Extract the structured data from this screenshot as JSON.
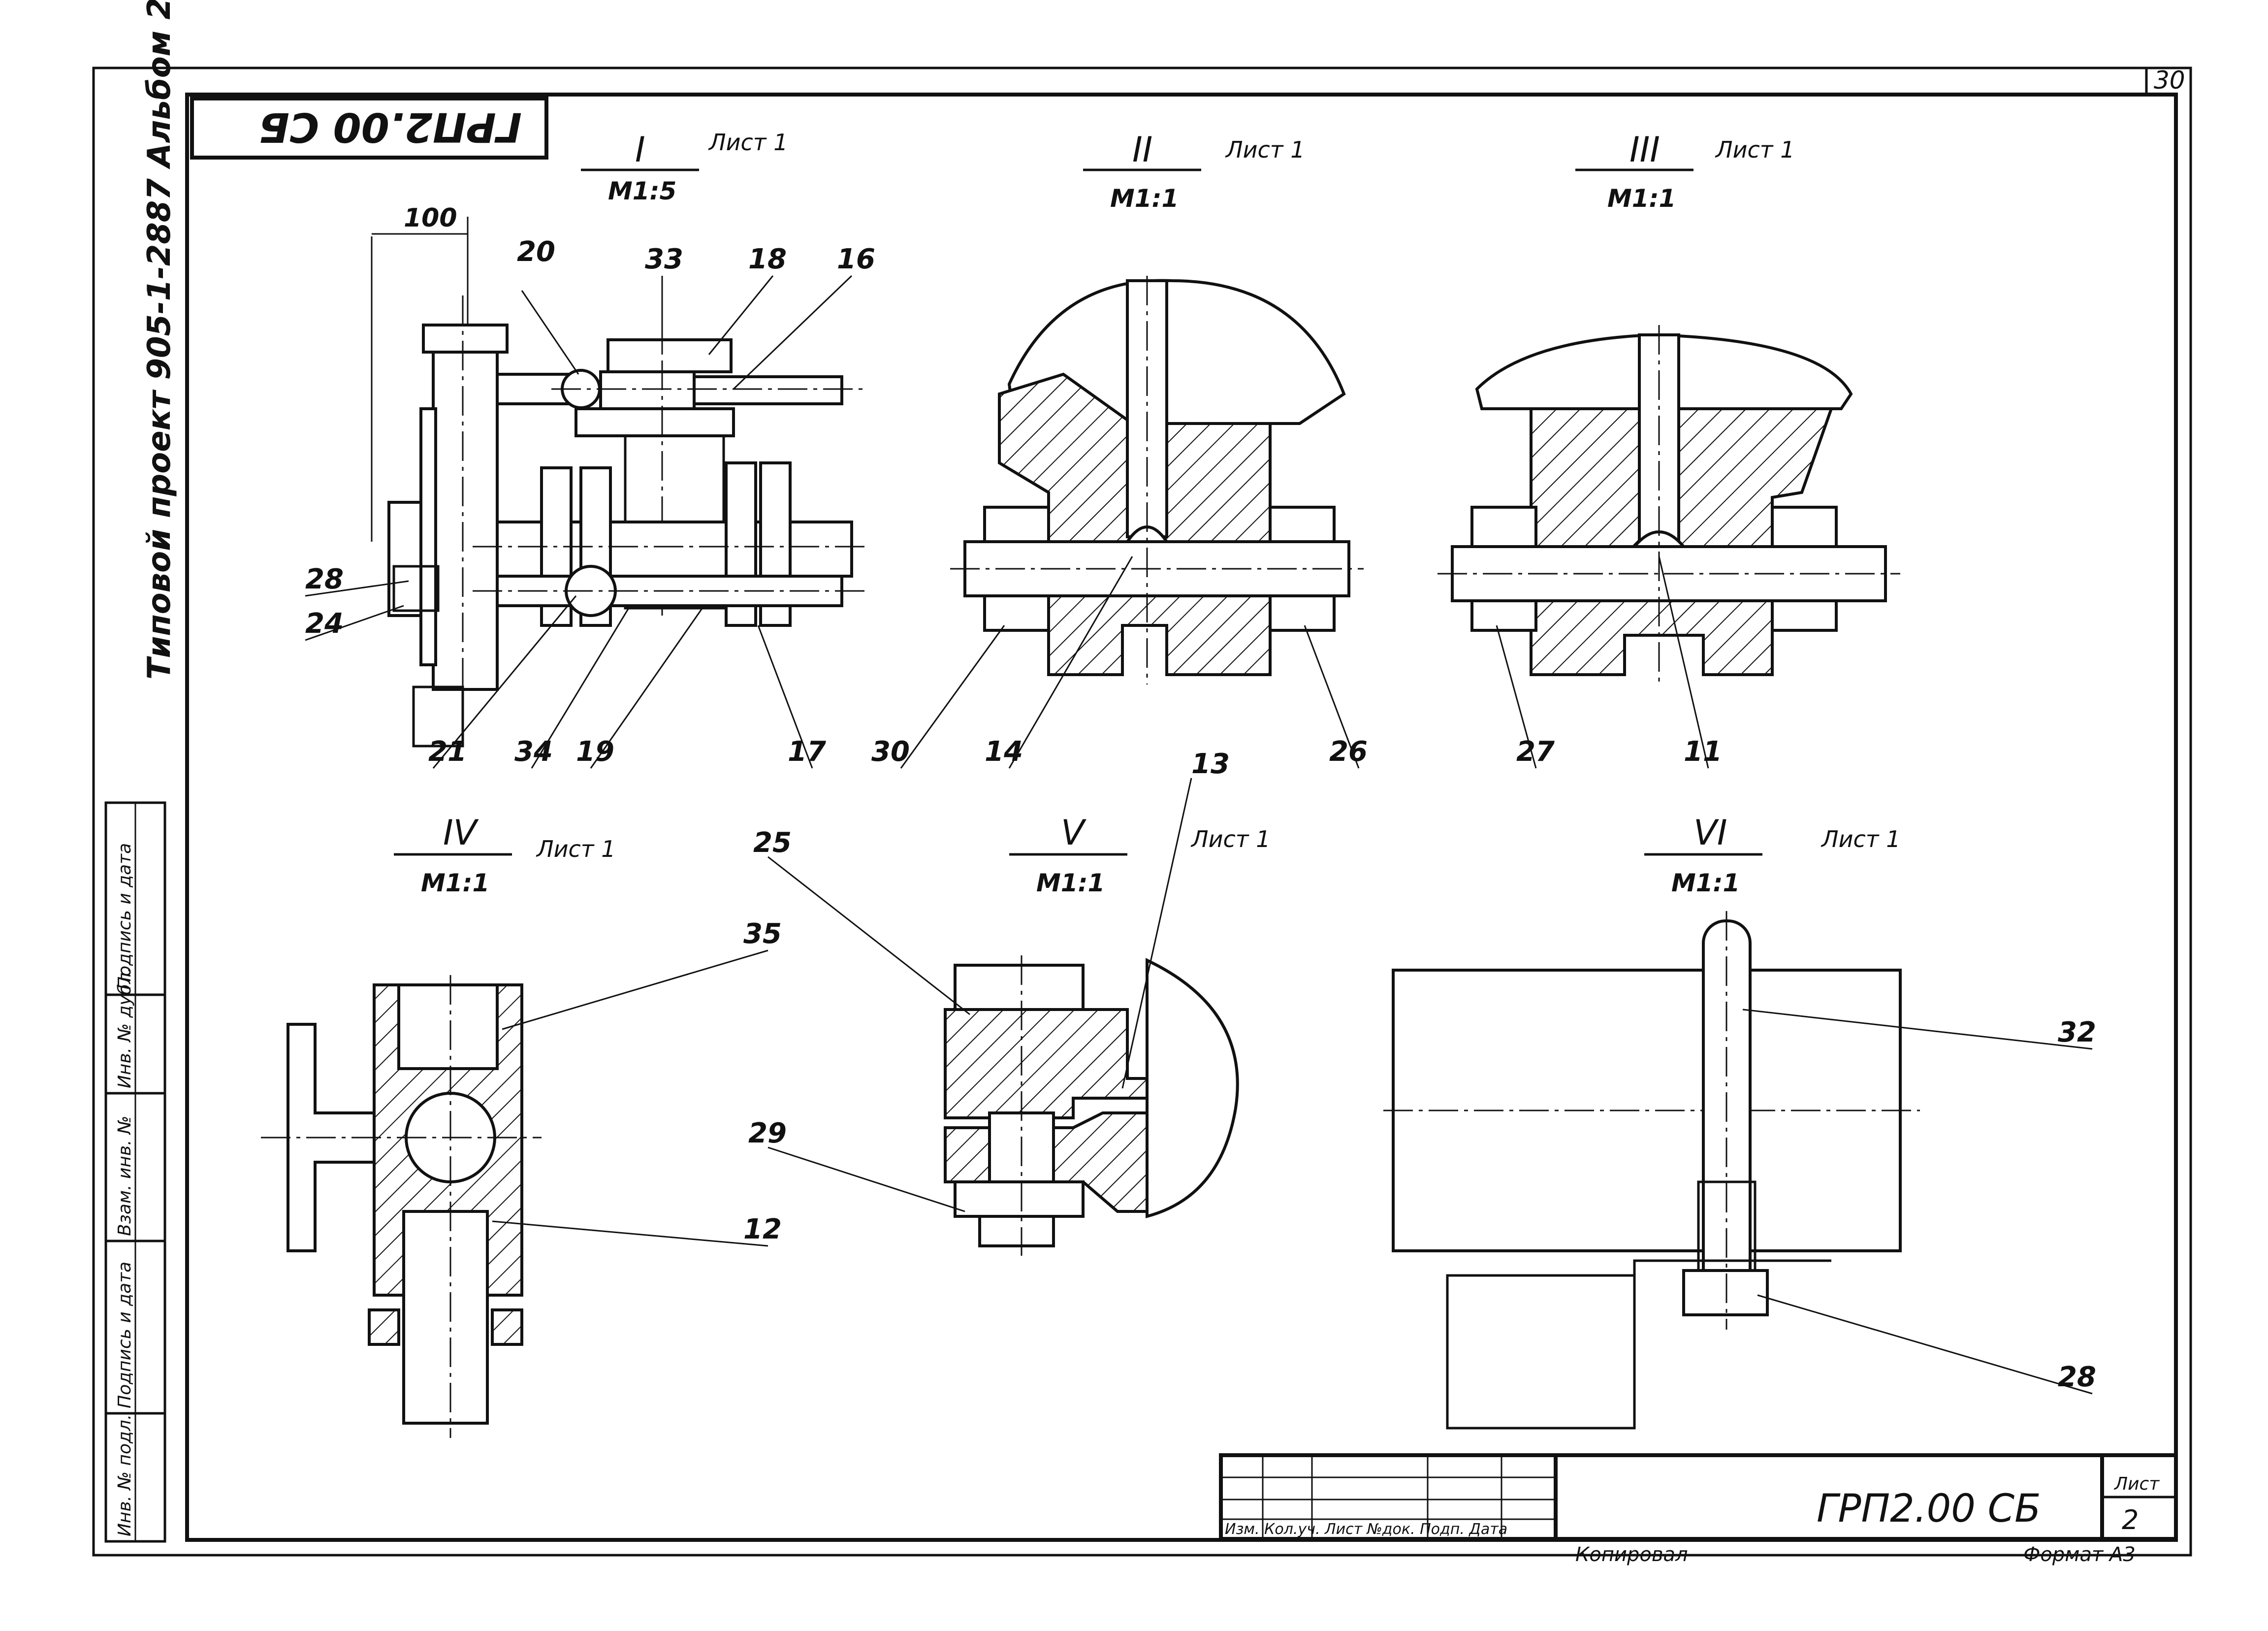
{
  "sheet": {
    "page_number": "30",
    "doc_code_inverted": "ГРП2.00 СБ",
    "project_vertical": "Типовой проект 905-1-2887 Альбом 2",
    "side_stamps": [
      "Подпись и дата",
      "Инв. № дубл.",
      "Взам. инв. №",
      "Подпись и дата",
      "Инв. № подл."
    ]
  },
  "views": [
    {
      "roman": "I",
      "scale": "М1:5",
      "sheet_ref": "Лист 1"
    },
    {
      "roman": "II",
      "scale": "М1:1",
      "sheet_ref": "Лист 1"
    },
    {
      "roman": "III",
      "scale": "М1:1",
      "sheet_ref": "Лист 1"
    },
    {
      "roman": "IV",
      "scale": "М1:1",
      "sheet_ref": "Лист 1"
    },
    {
      "roman": "V",
      "scale": "М1:1",
      "sheet_ref": "Лист 1"
    },
    {
      "roman": "VI",
      "scale": "М1:1",
      "sheet_ref": "Лист 1"
    }
  ],
  "dimension_100": "100",
  "callouts": {
    "v1": [
      "20",
      "33",
      "18",
      "16",
      "28",
      "24",
      "21",
      "34",
      "19",
      "17"
    ],
    "v2": [
      "30",
      "14",
      "26"
    ],
    "v3": [
      "27",
      "11"
    ],
    "v4": [
      "35",
      "12"
    ],
    "v5": [
      "25",
      "13",
      "29"
    ],
    "v6": [
      "32",
      "28"
    ]
  },
  "title_block": {
    "doc_code": "ГРП2.00 СБ",
    "sheet_label": "Лист",
    "sheet_number": "2",
    "column_headers": "Изм. Кол.уч. Лист №док. Подп. Дата",
    "copied": "Копировал",
    "format": "Формат А3"
  }
}
